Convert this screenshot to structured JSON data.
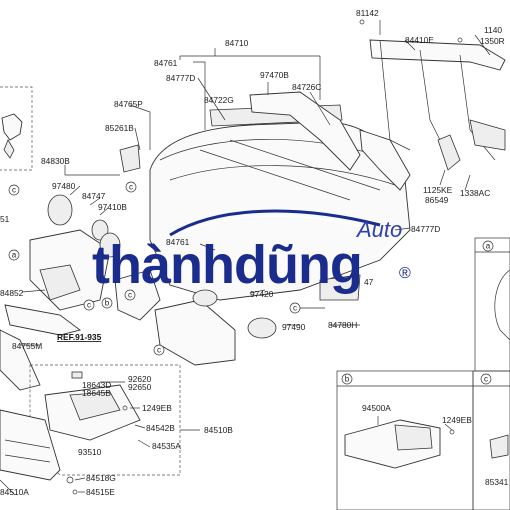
{
  "labels": {
    "p81142": "81142",
    "p1140": "1140",
    "p1350r": "1350R",
    "p84410e": "84410E",
    "p84710": "84710",
    "p84761a": "84761",
    "p84777d_a": "84777D",
    "p97470b": "97470B",
    "p84726c": "84726C",
    "p84765p": "84765P",
    "p84722g": "84722G",
    "p85261b": "85261B",
    "p84830b": "84830B",
    "p97480": "97480",
    "p84747": "84747",
    "p97410b": "97410B",
    "p1125ke": "1125KE",
    "p86549": "86549",
    "p1338ac": "1338AC",
    "p84777d_b": "84777D",
    "p84761b": "84761",
    "p97420": "97420",
    "p84852": "84852",
    "p84780h": "84780H",
    "p97490": "97490",
    "p84755m": "84755M",
    "ref": "REF.91-935",
    "p18643d": "18643D",
    "p18645b": "18645B",
    "p92620": "92620",
    "p92650": "92650",
    "p1249eb_a": "1249EB",
    "p84542b": "84542B",
    "p84510b": "84510B",
    "p84535a": "84535A",
    "p93510": "93510",
    "p84518g": "84518G",
    "p84515e": "84515E",
    "p84510a": "84510A",
    "p94500a": "94500A",
    "p1249eb_b": "1249EB",
    "p85341": "85341",
    "p51": "51",
    "p47": "47"
  },
  "callouts": {
    "a": "a",
    "b": "b",
    "c": "c"
  },
  "watermark": {
    "brand": "thànhdũng",
    "auto": "Auto",
    "reg": "®",
    "color": "#1a2c8c"
  }
}
